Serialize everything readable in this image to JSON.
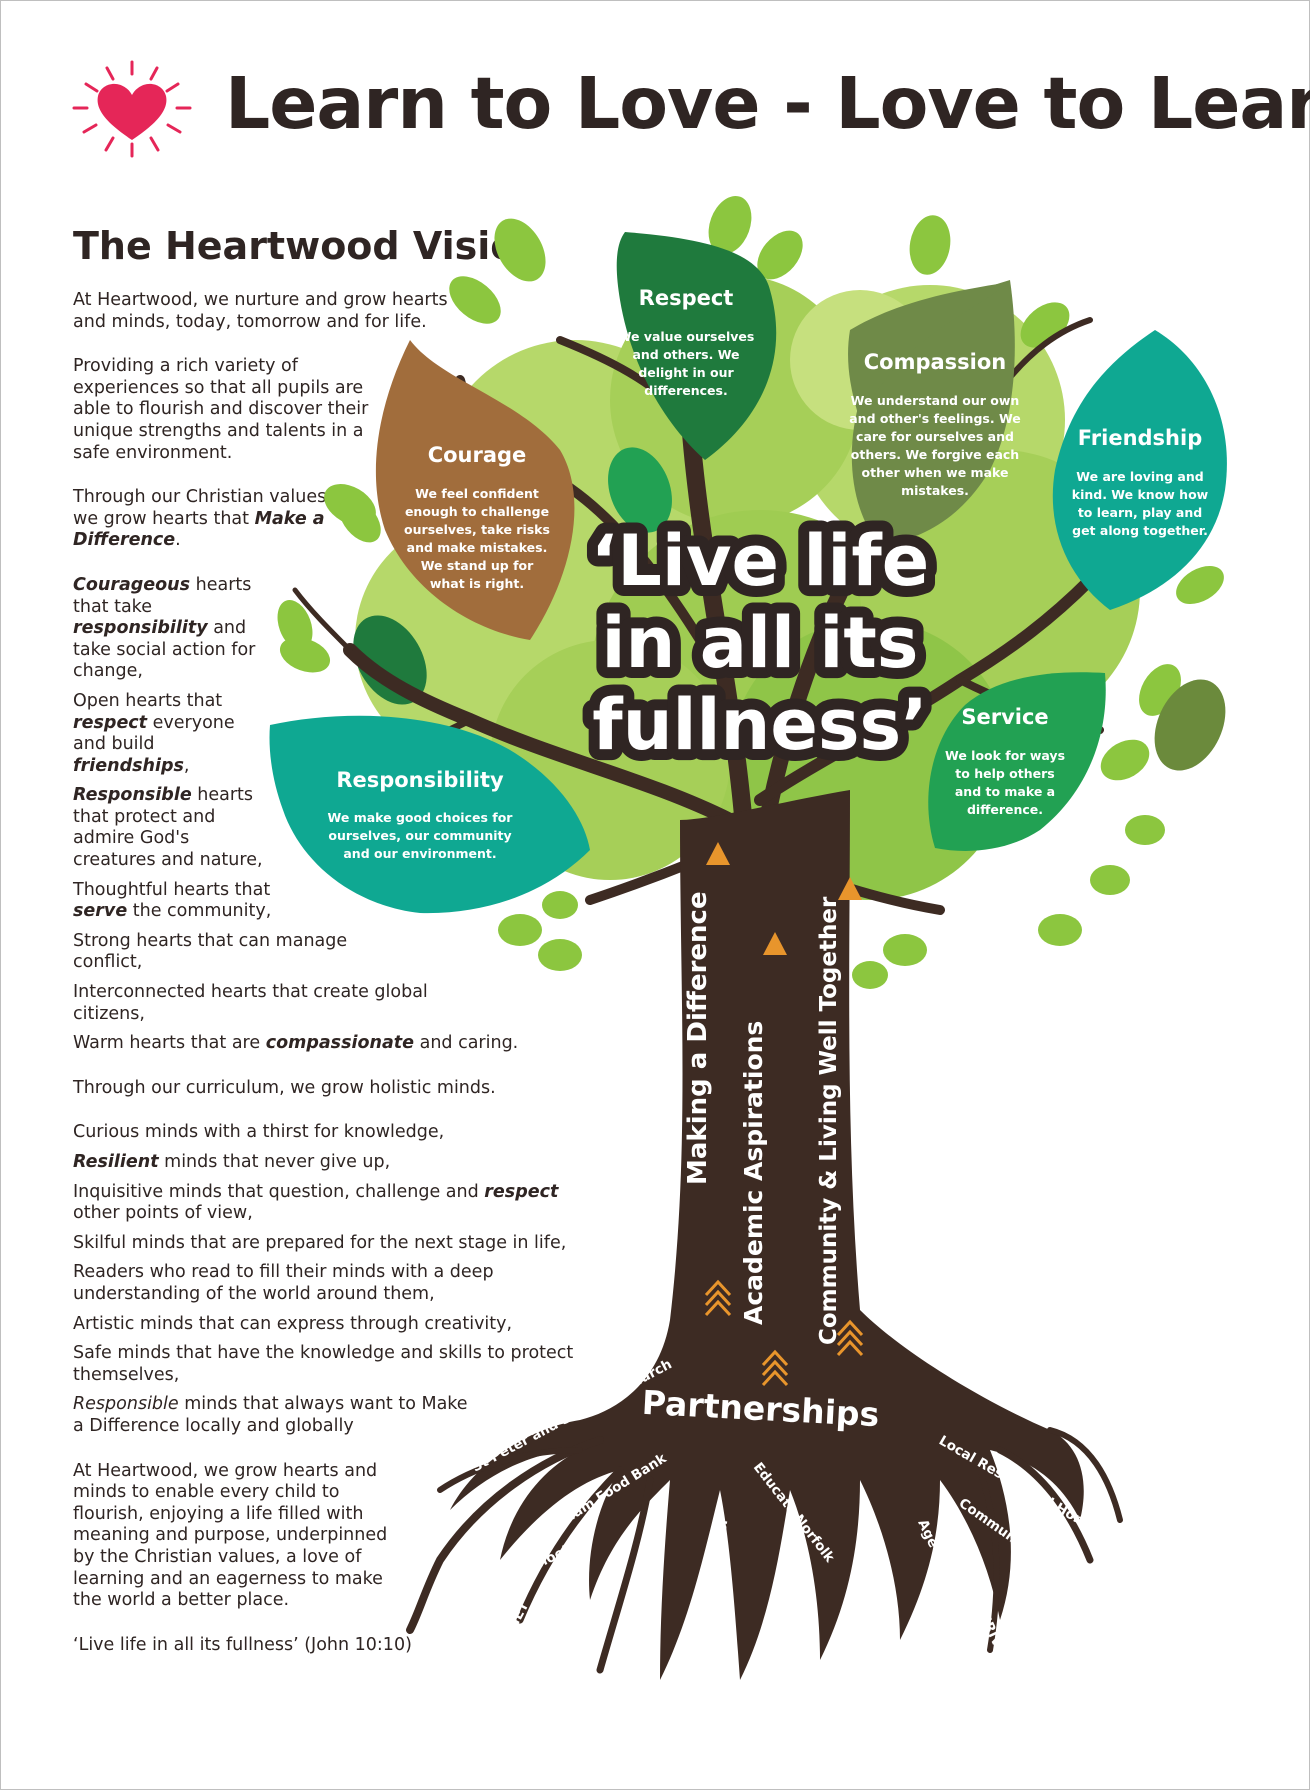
{
  "header": {
    "title": "Learn to Love - Love to Learn",
    "logo_icon": "heart-icon"
  },
  "vision": {
    "title": "The Heartwood Vision",
    "p1": "At Heartwood, we nurture and grow hearts and minds, today, tomorrow and for life.",
    "p2": "Providing a rich variety of experiences so that all pupils are able to flourish and discover their unique strengths and talents in a safe environment.",
    "p3a": "Through our Christian values we grow hearts that",
    "p3b": "Make a Difference",
    "p3c": ".",
    "h1a": "Courageous",
    "h1b": " hearts that take ",
    "h1c": "responsibility",
    "h1d": " and take social action for change,",
    "h2a": "Open hearts that ",
    "h2b": "respect",
    "h2c": " everyone and build ",
    "h2d": "friendships",
    "h2e": ",",
    "h3a": "Responsible",
    "h3b": " hearts that protect and admire God's creatures and nature,",
    "h4a": "Thoughtful hearts that ",
    "h4b": "serve",
    "h4c": " the community,",
    "h5": "Strong hearts that can manage conflict,",
    "h6": "Interconnected hearts that create global citizens,",
    "h7a": "Warm hearts that are ",
    "h7b": "compassionate",
    "h7c": " and caring.",
    "p4": "Through our curriculum, we grow holistic minds.",
    "m1": "Curious minds with a thirst for knowledge,",
    "m2a": "Resilient",
    "m2b": " minds that never give up,",
    "m3a": "Inquisitive minds that question, challenge and ",
    "m3b": "respect",
    "m3c": " other points of view,",
    "m4": "Skilful minds that are prepared for the next stage in life,",
    "m5": "Readers who read to fill their minds with a deep understanding of the world around them,",
    "m6": "Artistic minds that can express through creativity,",
    "m7": "Safe minds that have the knowledge and skills to protect themselves,",
    "m8a": "Responsible",
    "m8b": " minds that always want to Make a Difference locally and globally",
    "p5": "At Heartwood, we grow hearts and minds to enable every child to flourish, enjoying a life filled with meaning and purpose, underpinned by the Christian values, a love of learning and an eagerness to make the world a better place.",
    "quote": "‘Live life in all its fullness’ (John 10:10)"
  },
  "leaves": {
    "respect": {
      "title": "Respect",
      "l1": "We value ourselves",
      "l2": "and others. We",
      "l3": "delight in our",
      "l4": "differences."
    },
    "courage": {
      "title": "Courage",
      "l1": "We feel confident",
      "l2": "enough to challenge",
      "l3": "ourselves, take risks",
      "l4": "and make mistakes.",
      "l5": "We stand up for",
      "l6": "what is right."
    },
    "compassion": {
      "title": "Compassion",
      "l1": "We understand our own",
      "l2": "and other's feelings. We",
      "l3": "care for ourselves and",
      "l4": "others. We forgive each",
      "l5": "other when we make",
      "l6": "mistakes."
    },
    "friendship": {
      "title": "Friendship",
      "l1": "We are loving and",
      "l2": "kind. We know how",
      "l3": "to learn, play and",
      "l4": "get along together."
    },
    "service": {
      "title": "Service",
      "l1": "We look for ways",
      "l2": "to help others",
      "l3": "and to make a",
      "l4": "difference."
    },
    "responsibility": {
      "title": "Responsibility",
      "l1": "We make good choices for",
      "l2": "ourselves, our community",
      "l3": "and our environment."
    }
  },
  "motto": {
    "l1": "‘Live life",
    "l2": "in all its",
    "l3": "fullness’"
  },
  "trunk": {
    "a1": "Making a Difference",
    "a2": "Academic Aspirations",
    "a3": "Community & Living Well Together"
  },
  "roots": {
    "title": "Partnerships",
    "r1": "St Peter and St Paul's Church",
    "r2": "Swaffham Food Bank",
    "r3": "Cluster Schools",
    "r4": "VNET",
    "r5": "Diocese of Norwich",
    "r6": "Educate Norfolk",
    "r7": "Tesco",
    "r8": "Age Concern",
    "r9": "THRIVE",
    "r10": "Community Businesses",
    "r11": "Local Residential Homes"
  },
  "colors": {
    "brown": "#3d2b23",
    "respect": "#1f7a3d",
    "courage": "#a16d3c",
    "compassion": "#6f8a48",
    "teal": "#0fa892",
    "service": "#22a153",
    "light_green": "#9fcc52",
    "heart": "#e52658"
  }
}
